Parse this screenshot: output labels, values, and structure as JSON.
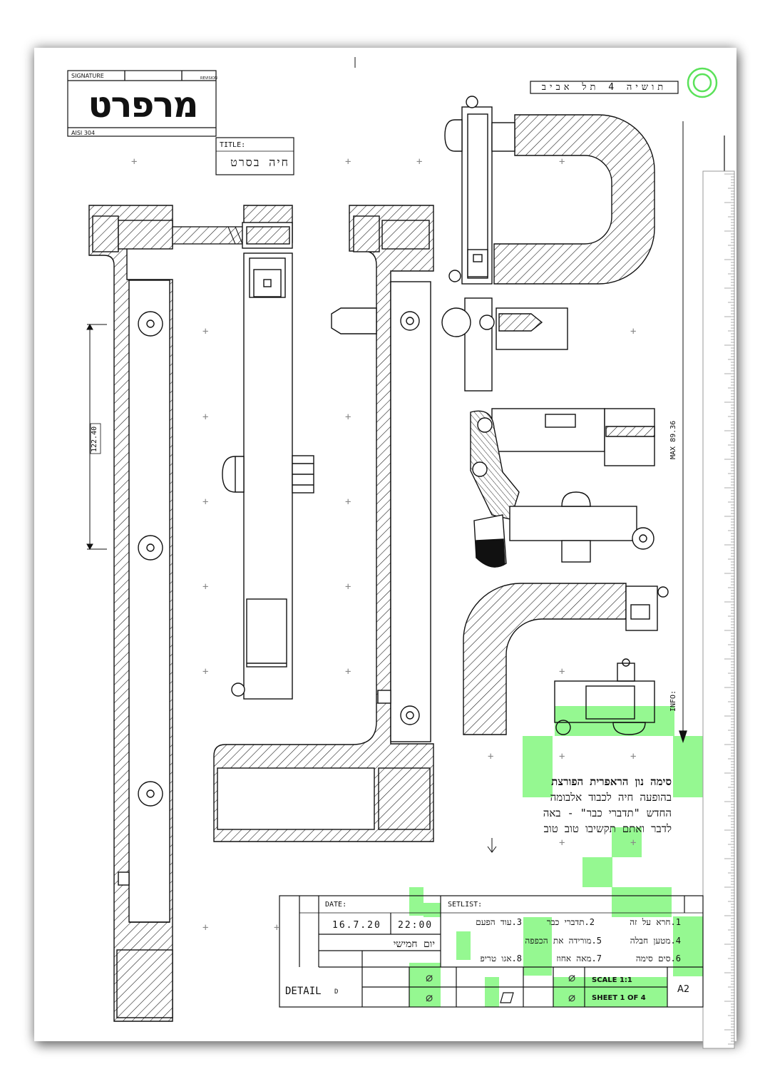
{
  "accent_color": "#95f891",
  "header": {
    "signature_label": "SIGNATURE",
    "revision_label": "REVISION",
    "logo_text": "מרפרט",
    "material": "AISI 304",
    "title_label": "TITLE:",
    "title_value": "חיה בסרט",
    "address": "תושיה 4 תל אביב"
  },
  "dimensions": {
    "left_dim": "122.40",
    "max_dim": "MAX 89.36",
    "info_label": "INFO:"
  },
  "description": {
    "line1": "סימה נון הראפרית הפורצת",
    "line2": "בהופעה חיה לכבוד אלבומה",
    "line3": "החדש \"תדברי כבר\" - באה",
    "line4": "לדבר ואתם תקשיבו טוב טוב"
  },
  "title_block": {
    "date_label": "DATE:",
    "date": "16.7.20",
    "time": "22:00",
    "day": "יום חמישי",
    "setlist_label": "SETLIST:",
    "setlist": [
      {
        "num": "1.",
        "title": "חרא על זה"
      },
      {
        "num": "2.",
        "title": "תדברי כבר"
      },
      {
        "num": "3.",
        "title": "עוד הפעם"
      },
      {
        "num": "4.",
        "title": "מטען חבלה"
      },
      {
        "num": "5.",
        "title": "מורידה את הכפפה"
      },
      {
        "num": "6.",
        "title": "סים סימה"
      },
      {
        "num": "7.",
        "title": "מאה אחוז"
      },
      {
        "num": "8.",
        "title": "אגו טריפ"
      }
    ],
    "detail_label": "DETAIL",
    "detail_letter": "D",
    "scale": "SCALE 1:1",
    "sheet": "SHEET 1 OF 4",
    "paper_size": "A2",
    "phi_symbol": "⌀"
  }
}
